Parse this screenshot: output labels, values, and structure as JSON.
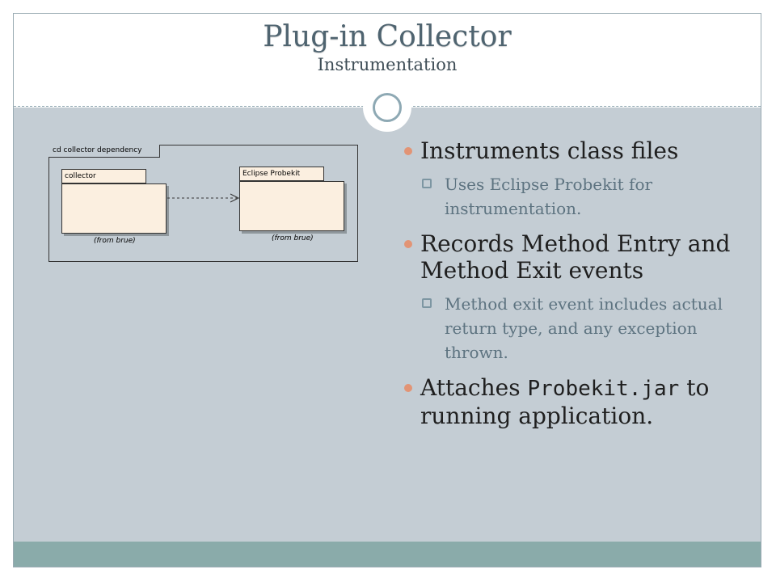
{
  "slide": {
    "title": "Plug-in Collector",
    "subtitle": "Instrumentation"
  },
  "diagram": {
    "frame_label": "cd collector dependency",
    "packages": [
      {
        "name": "collector",
        "note": "(from brue)"
      },
      {
        "name": "Eclipse Probekit",
        "note": "(from brue)"
      }
    ]
  },
  "bullets": [
    {
      "text": "Instruments class files",
      "sub": [
        "Uses Eclipse Probekit for instrumentation."
      ]
    },
    {
      "text": "Records Method Entry and Method Exit events",
      "sub": [
        "Method exit event includes actual return type, and any exception thrown."
      ]
    },
    {
      "text_before": "Attaches",
      "code": "Probekit.jar",
      "text_after": "to running application."
    }
  ],
  "colors": {
    "title": "#4f6470",
    "content_bg": "#c4cdd4",
    "footer_bar": "#8aabaa",
    "bullet_dot": "#e29475",
    "sub_text": "#5d7380"
  }
}
